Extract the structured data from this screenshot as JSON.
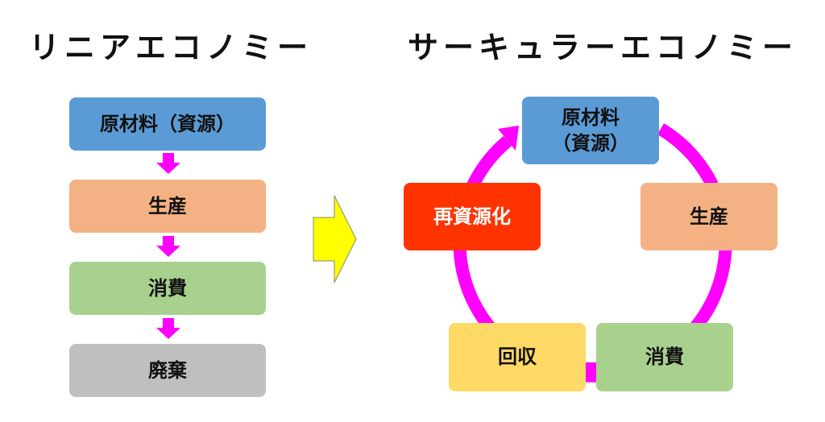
{
  "titles": {
    "linear": "リニアエコノミー",
    "circular": "サーキュラーエコノミー"
  },
  "linear_flow": {
    "steps": [
      {
        "label": "原材料（資源）",
        "color": "#5b9bd5"
      },
      {
        "label": "生産",
        "color": "#f4b183"
      },
      {
        "label": "消費",
        "color": "#a9d18e"
      },
      {
        "label": "廃棄",
        "color": "#bfbfbf"
      }
    ],
    "arrow_color": "#ff00ff"
  },
  "transition_arrow": {
    "icon": "right-arrow-icon",
    "color": "#ffff00"
  },
  "circular_flow": {
    "nodes": [
      {
        "label": "原材料\n（資源）",
        "line1": "原材料",
        "line2": "（資源）",
        "color": "#5b9bd5"
      },
      {
        "label": "生産",
        "color": "#f4b183"
      },
      {
        "label": "消費",
        "color": "#a9d18e"
      },
      {
        "label": "回収",
        "color": "#ffd966"
      },
      {
        "label": "再資源化",
        "color": "#ff3300"
      }
    ],
    "cycle_color": "#ff00ff"
  }
}
